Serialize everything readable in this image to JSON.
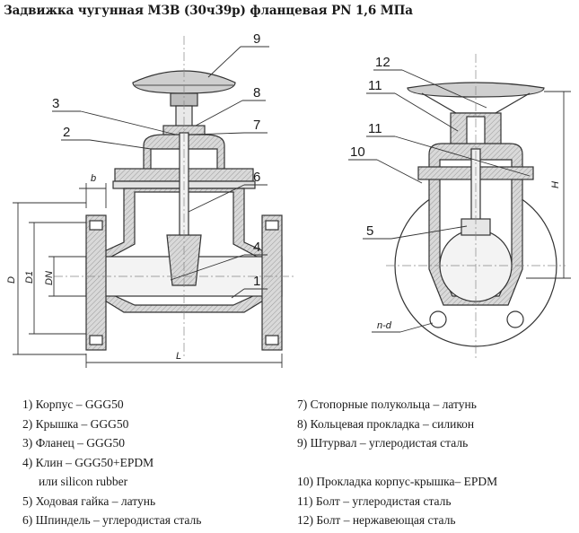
{
  "title": "Задвижка чугунная МЗВ (30ч39р) фланцевая PN 1,6 МПа",
  "callouts_left": [
    "9",
    "8",
    "3",
    "2",
    "7",
    "6",
    "4",
    "1"
  ],
  "callouts_right": [
    "12",
    "11",
    "11",
    "10",
    "5"
  ],
  "dimensions": {
    "b": "b",
    "D": "D",
    "D1": "D1",
    "DN": "DN",
    "L": "L",
    "H": "H",
    "n_d": "n-d"
  },
  "legend": {
    "items": [
      "1) Корпус – GGG50",
      "2) Крышка – GGG50",
      "3) Фланец – GGG50",
      "4) Клин – GGG50+EPDM",
      "или silicon rubber",
      "5) Ходовая гайка – латунь",
      "6) Шпиндель – углеродистая сталь",
      "7)   Стопорные полукольца – латунь",
      "8)   Кольцевая прокладка – силикон",
      "9)   Штурвал – углеродистая сталь",
      "10) Прокладка корпус-крышка– EPDM",
      "11) Болт – углеродистая сталь",
      "12) Болт – нержавеющая сталь"
    ]
  }
}
